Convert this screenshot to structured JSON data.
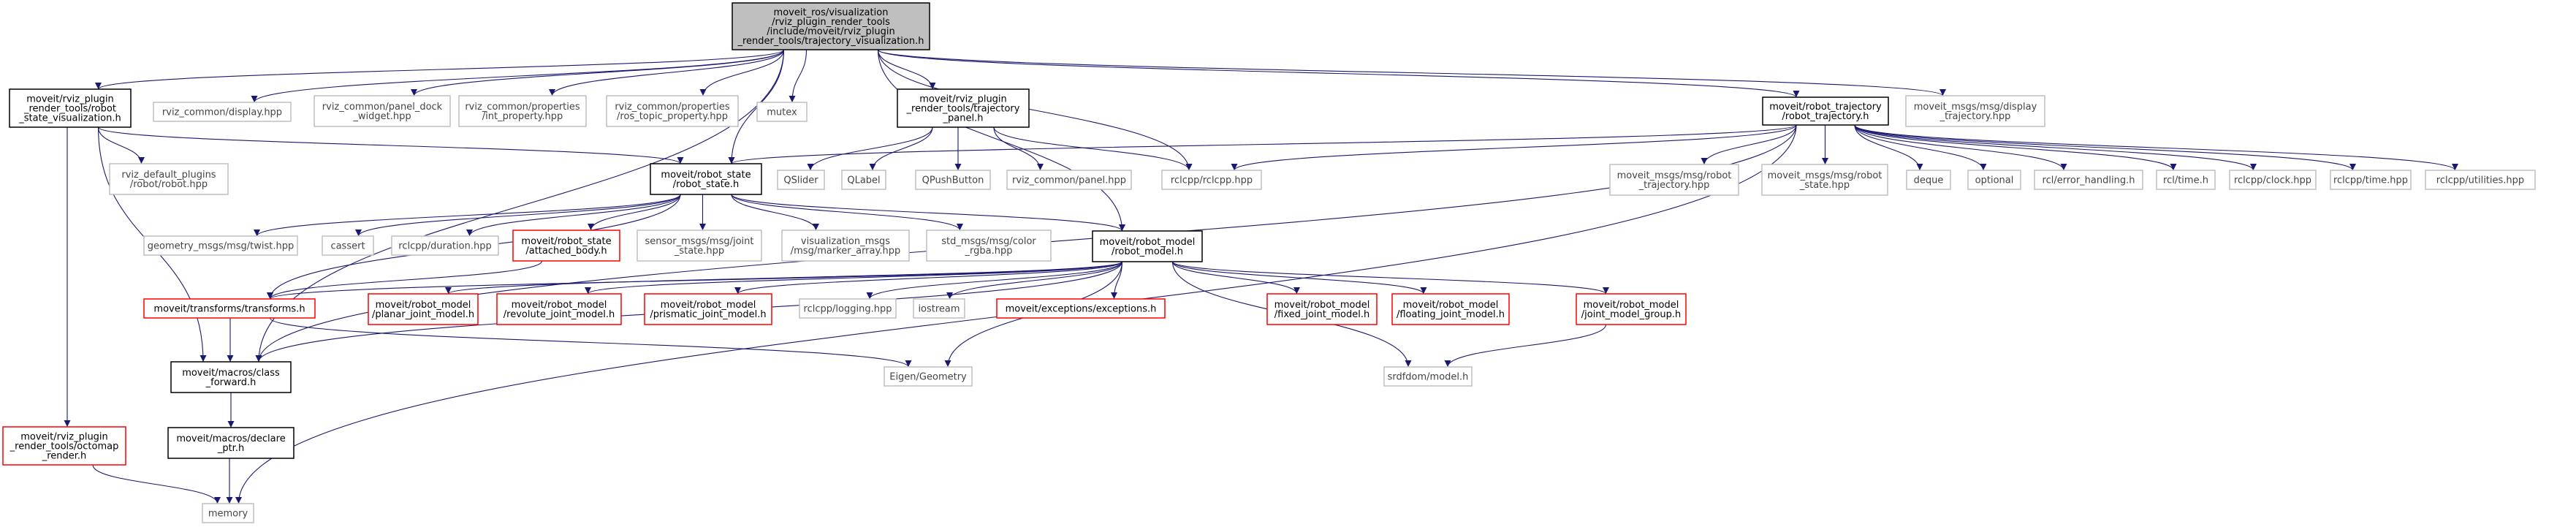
{
  "diagram": {
    "nodes": [
      {
        "id": "root",
        "lines": [
          "moveit_ros/visualization",
          "/rviz_plugin_render_tools",
          "/include/moveit/rviz_plugin",
          "_render_tools/trajectory_visualization.h"
        ],
        "style": "root"
      },
      {
        "id": "rsv",
        "lines": [
          "moveit/rviz_plugin",
          "_render_tools/robot",
          "_state_visualization.h"
        ],
        "style": "file"
      },
      {
        "id": "display",
        "lines": [
          "rviz_common/display.hpp"
        ],
        "style": "system"
      },
      {
        "id": "paneldock",
        "lines": [
          "rviz_common/panel_dock",
          "_widget.hpp"
        ],
        "style": "system"
      },
      {
        "id": "intprop",
        "lines": [
          "rviz_common/properties",
          "/int_property.hpp"
        ],
        "style": "system"
      },
      {
        "id": "rostopic",
        "lines": [
          "rviz_common/properties",
          "/ros_topic_property.hpp"
        ],
        "style": "system"
      },
      {
        "id": "mutex",
        "lines": [
          "mutex"
        ],
        "style": "system"
      },
      {
        "id": "trajpanel",
        "lines": [
          "moveit/rviz_plugin",
          "_render_tools/trajectory",
          "_panel.h"
        ],
        "style": "file"
      },
      {
        "id": "robottraj",
        "lines": [
          "moveit/robot_trajectory",
          "/robot_trajectory.h"
        ],
        "style": "file"
      },
      {
        "id": "disptraj",
        "lines": [
          "moveit_msgs/msg/display",
          "_trajectory.hpp"
        ],
        "style": "system"
      },
      {
        "id": "rvizdef",
        "lines": [
          "rviz_default_plugins",
          "/robot/robot.hpp"
        ],
        "style": "system"
      },
      {
        "id": "robotstate",
        "lines": [
          "moveit/robot_state",
          "/robot_state.h"
        ],
        "style": "file"
      },
      {
        "id": "qslider",
        "lines": [
          "QSlider"
        ],
        "style": "system"
      },
      {
        "id": "qlabel",
        "lines": [
          "QLabel"
        ],
        "style": "system"
      },
      {
        "id": "qpush",
        "lines": [
          "QPushButton"
        ],
        "style": "system"
      },
      {
        "id": "panelhpp",
        "lines": [
          "rviz_common/panel.hpp"
        ],
        "style": "system"
      },
      {
        "id": "rclcpp",
        "lines": [
          "rclcpp/rclcpp.hpp"
        ],
        "style": "system"
      },
      {
        "id": "msgrobtraj",
        "lines": [
          "moveit_msgs/msg/robot",
          "_trajectory.hpp"
        ],
        "style": "system"
      },
      {
        "id": "msgrobstate",
        "lines": [
          "moveit_msgs/msg/robot",
          "_state.hpp"
        ],
        "style": "system"
      },
      {
        "id": "deque",
        "lines": [
          "deque"
        ],
        "style": "system"
      },
      {
        "id": "optional",
        "lines": [
          "optional"
        ],
        "style": "system"
      },
      {
        "id": "rclerr",
        "lines": [
          "rcl/error_handling.h"
        ],
        "style": "system"
      },
      {
        "id": "rcltime",
        "lines": [
          "rcl/time.h"
        ],
        "style": "system"
      },
      {
        "id": "rclclock",
        "lines": [
          "rclcpp/clock.hpp"
        ],
        "style": "system"
      },
      {
        "id": "rcltimehpp",
        "lines": [
          "rclcpp/time.hpp"
        ],
        "style": "system"
      },
      {
        "id": "rclutil",
        "lines": [
          "rclcpp/utilities.hpp"
        ],
        "style": "system"
      },
      {
        "id": "twist",
        "lines": [
          "geometry_msgs/msg/twist.hpp"
        ],
        "style": "system"
      },
      {
        "id": "cassert",
        "lines": [
          "cassert"
        ],
        "style": "system"
      },
      {
        "id": "duration",
        "lines": [
          "rclcpp/duration.hpp"
        ],
        "style": "system"
      },
      {
        "id": "attached",
        "lines": [
          "moveit/robot_state",
          "/attached_body.h"
        ],
        "style": "missing"
      },
      {
        "id": "jointstate",
        "lines": [
          "sensor_msgs/msg/joint",
          "_state.hpp"
        ],
        "style": "system"
      },
      {
        "id": "marker",
        "lines": [
          "visualization_msgs",
          "/msg/marker_array.hpp"
        ],
        "style": "system"
      },
      {
        "id": "colorrgba",
        "lines": [
          "std_msgs/msg/color",
          "_rgba.hpp"
        ],
        "style": "system"
      },
      {
        "id": "robotmodel",
        "lines": [
          "moveit/robot_model",
          "/robot_model.h"
        ],
        "style": "file"
      },
      {
        "id": "transforms",
        "lines": [
          "moveit/transforms/transforms.h"
        ],
        "style": "missing"
      },
      {
        "id": "planar",
        "lines": [
          "moveit/robot_model",
          "/planar_joint_model.h"
        ],
        "style": "missing"
      },
      {
        "id": "revolute",
        "lines": [
          "moveit/robot_model",
          "/revolute_joint_model.h"
        ],
        "style": "missing"
      },
      {
        "id": "prismatic",
        "lines": [
          "moveit/robot_model",
          "/prismatic_joint_model.h"
        ],
        "style": "missing"
      },
      {
        "id": "logging",
        "lines": [
          "rclcpp/logging.hpp"
        ],
        "style": "system"
      },
      {
        "id": "iostream",
        "lines": [
          "iostream"
        ],
        "style": "system"
      },
      {
        "id": "exceptions",
        "lines": [
          "moveit/exceptions/exceptions.h"
        ],
        "style": "missing"
      },
      {
        "id": "fixed",
        "lines": [
          "moveit/robot_model",
          "/fixed_joint_model.h"
        ],
        "style": "missing"
      },
      {
        "id": "floating",
        "lines": [
          "moveit/robot_model",
          "/floating_joint_model.h"
        ],
        "style": "missing"
      },
      {
        "id": "jmg",
        "lines": [
          "moveit/robot_model",
          "/joint_model_group.h"
        ],
        "style": "missing"
      },
      {
        "id": "classfwd",
        "lines": [
          "moveit/macros/class",
          "_forward.h"
        ],
        "style": "file"
      },
      {
        "id": "eigen",
        "lines": [
          "Eigen/Geometry"
        ],
        "style": "system"
      },
      {
        "id": "srdf",
        "lines": [
          "srdfdom/model.h"
        ],
        "style": "system"
      },
      {
        "id": "octomap",
        "lines": [
          "moveit/rviz_plugin",
          "_render_tools/octomap",
          "_render.h"
        ],
        "style": "missing"
      },
      {
        "id": "declare",
        "lines": [
          "moveit/macros/declare",
          "_ptr.h"
        ],
        "style": "file"
      },
      {
        "id": "memory",
        "lines": [
          "memory"
        ],
        "style": "system"
      }
    ],
    "edges": [
      [
        "root",
        "rsv"
      ],
      [
        "root",
        "display"
      ],
      [
        "root",
        "paneldock"
      ],
      [
        "root",
        "intprop"
      ],
      [
        "root",
        "rostopic"
      ],
      [
        "root",
        "mutex"
      ],
      [
        "root",
        "trajpanel"
      ],
      [
        "root",
        "robottraj"
      ],
      [
        "root",
        "disptraj"
      ],
      [
        "root",
        "robotstate"
      ],
      [
        "root",
        "rclcpp"
      ],
      [
        "root",
        "robotmodel"
      ],
      [
        "root",
        "classfwd"
      ],
      [
        "rsv",
        "rvizdef"
      ],
      [
        "rsv",
        "robotstate"
      ],
      [
        "rsv",
        "classfwd"
      ],
      [
        "rsv",
        "octomap"
      ],
      [
        "trajpanel",
        "qslider"
      ],
      [
        "trajpanel",
        "qlabel"
      ],
      [
        "trajpanel",
        "qpush"
      ],
      [
        "trajpanel",
        "panelhpp"
      ],
      [
        "trajpanel",
        "rclcpp"
      ],
      [
        "robottraj",
        "robotstate"
      ],
      [
        "robottraj",
        "rclcpp"
      ],
      [
        "robottraj",
        "msgrobtraj"
      ],
      [
        "robottraj",
        "msgrobstate"
      ],
      [
        "robottraj",
        "deque"
      ],
      [
        "robottraj",
        "optional"
      ],
      [
        "robottraj",
        "rclerr"
      ],
      [
        "robottraj",
        "rcltime"
      ],
      [
        "robottraj",
        "rclclock"
      ],
      [
        "robottraj",
        "rcltimehpp"
      ],
      [
        "robottraj",
        "rclutil"
      ],
      [
        "robottraj",
        "classfwd"
      ],
      [
        "robottraj",
        "memory"
      ],
      [
        "robotstate",
        "twist"
      ],
      [
        "robotstate",
        "cassert"
      ],
      [
        "robotstate",
        "duration"
      ],
      [
        "robotstate",
        "attached"
      ],
      [
        "robotstate",
        "jointstate"
      ],
      [
        "robotstate",
        "marker"
      ],
      [
        "robotstate",
        "colorrgba"
      ],
      [
        "robotstate",
        "robotmodel"
      ],
      [
        "robotstate",
        "transforms"
      ],
      [
        "attached",
        "transforms"
      ],
      [
        "robotmodel",
        "transforms"
      ],
      [
        "robotmodel",
        "planar"
      ],
      [
        "robotmodel",
        "revolute"
      ],
      [
        "robotmodel",
        "prismatic"
      ],
      [
        "robotmodel",
        "logging"
      ],
      [
        "robotmodel",
        "iostream"
      ],
      [
        "robotmodel",
        "exceptions"
      ],
      [
        "robotmodel",
        "fixed"
      ],
      [
        "robotmodel",
        "floating"
      ],
      [
        "robotmodel",
        "jmg"
      ],
      [
        "robotmodel",
        "classfwd"
      ],
      [
        "robotmodel",
        "eigen"
      ],
      [
        "robotmodel",
        "srdf"
      ],
      [
        "transforms",
        "classfwd"
      ],
      [
        "transforms",
        "eigen"
      ],
      [
        "jmg",
        "srdf"
      ],
      [
        "classfwd",
        "declare"
      ],
      [
        "declare",
        "memory"
      ],
      [
        "octomap",
        "memory"
      ]
    ],
    "colors": {
      "root_fill": "#bfbfbf",
      "file_border": "#000000",
      "system_border": "#bfbfbf",
      "missing_border": "#ff0000",
      "system_text": "#444444",
      "edge": "#191970"
    }
  }
}
